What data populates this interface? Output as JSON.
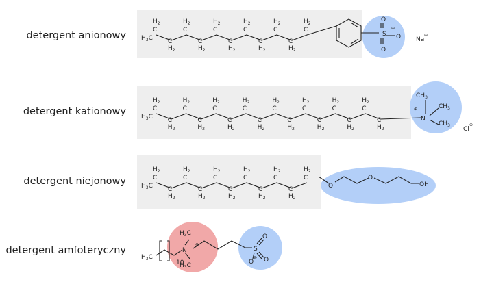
{
  "colors": {
    "tail_background": "#eeeeee",
    "hydrophilic_head": "#b3cff8",
    "cationic_head": "#f1a8a8",
    "bond": "#222222"
  },
  "labels": {
    "anionic": "detergent anionowy",
    "cationic": "detergent kationowy",
    "nonionic": "detergent niejonowy",
    "amphoteric": "detergent amfoteryczny"
  },
  "atoms": {
    "ch2_main": "H",
    "ch2_sub": "2",
    "ch2_c": "C",
    "ch3_main": "H",
    "ch3_sub": "3",
    "ch3_c": "C",
    "ch3_alt": "CH",
    "ch3_alt_sub": "3",
    "sulfur": "S",
    "oxygen": "O",
    "nitrogen": "N",
    "hydroxyl": "OH",
    "sodium": "Na",
    "chloride": "Cl",
    "plus": "⊕",
    "minus": "⊖",
    "repeat": "10"
  }
}
